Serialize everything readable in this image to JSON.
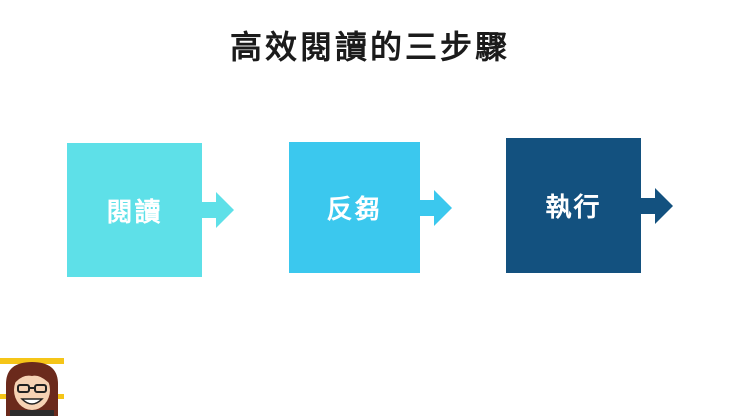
{
  "title": "高效閱讀的三步驟",
  "steps": [
    {
      "label": "閱讀",
      "color": "#5EE0E8"
    },
    {
      "label": "反芻",
      "color": "#3BC8EE"
    },
    {
      "label": "執行",
      "color": "#13517F"
    }
  ],
  "avatar_icon": "cartoon-avatar-icon"
}
